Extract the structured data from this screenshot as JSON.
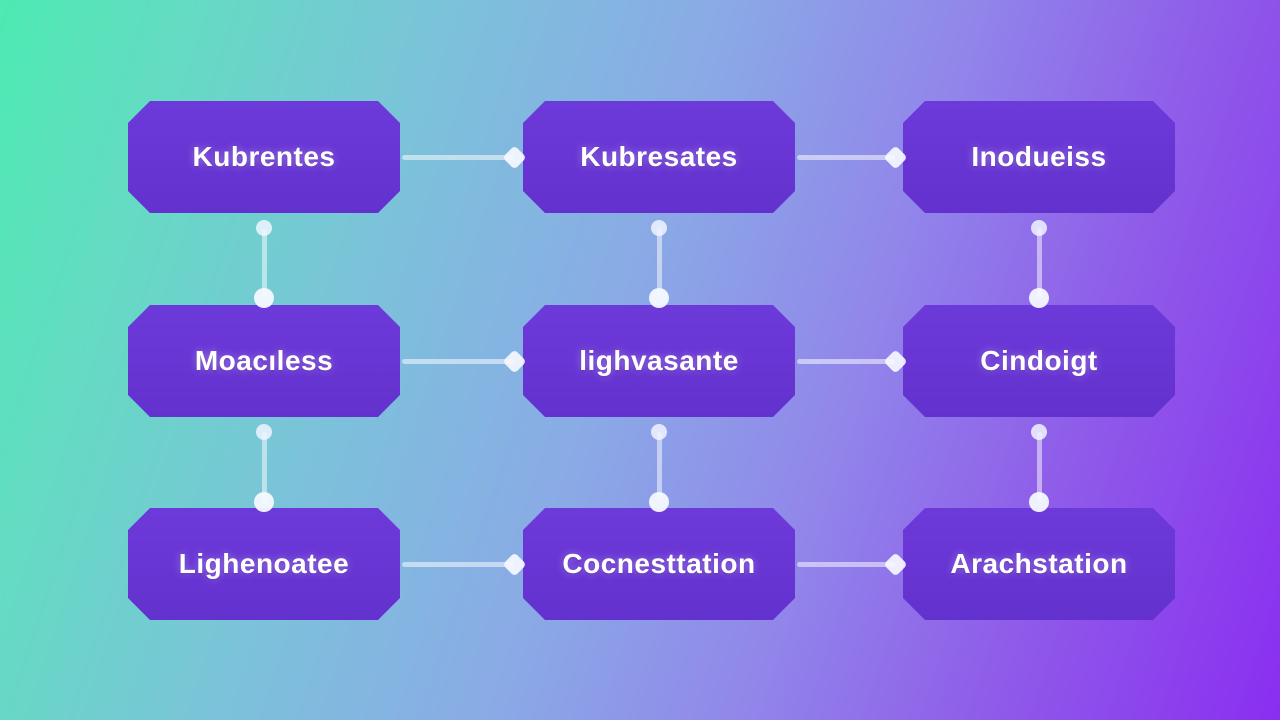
{
  "diagram": {
    "type": "flowchart-grid",
    "rows": 3,
    "cols": 3,
    "nodes": [
      {
        "label": "Kubrentes"
      },
      {
        "label": "Kubresates"
      },
      {
        "label": "Inodueiss"
      },
      {
        "label": "Moacıless"
      },
      {
        "label": "lighvasante"
      },
      {
        "label": "Cindoigt"
      },
      {
        "label": "Lighenoatee"
      },
      {
        "label": "Cocnesttation"
      },
      {
        "label": "Arachstation"
      }
    ],
    "connections": {
      "horizontal": "each row: left→middle→right, line ending in diamond arrowhead",
      "vertical": "each column: row1→row2→row3, line with dot at both ends"
    },
    "colors": {
      "background_gradient": [
        "#4DEAB2",
        "#7CC2DA",
        "#8AAAE6",
        "#9187EA",
        "#8A2EF0"
      ],
      "node_fill": "#6634D2",
      "node_text": "#FFFFFF",
      "connector": "rgba(255,255,255,0.55)"
    }
  }
}
